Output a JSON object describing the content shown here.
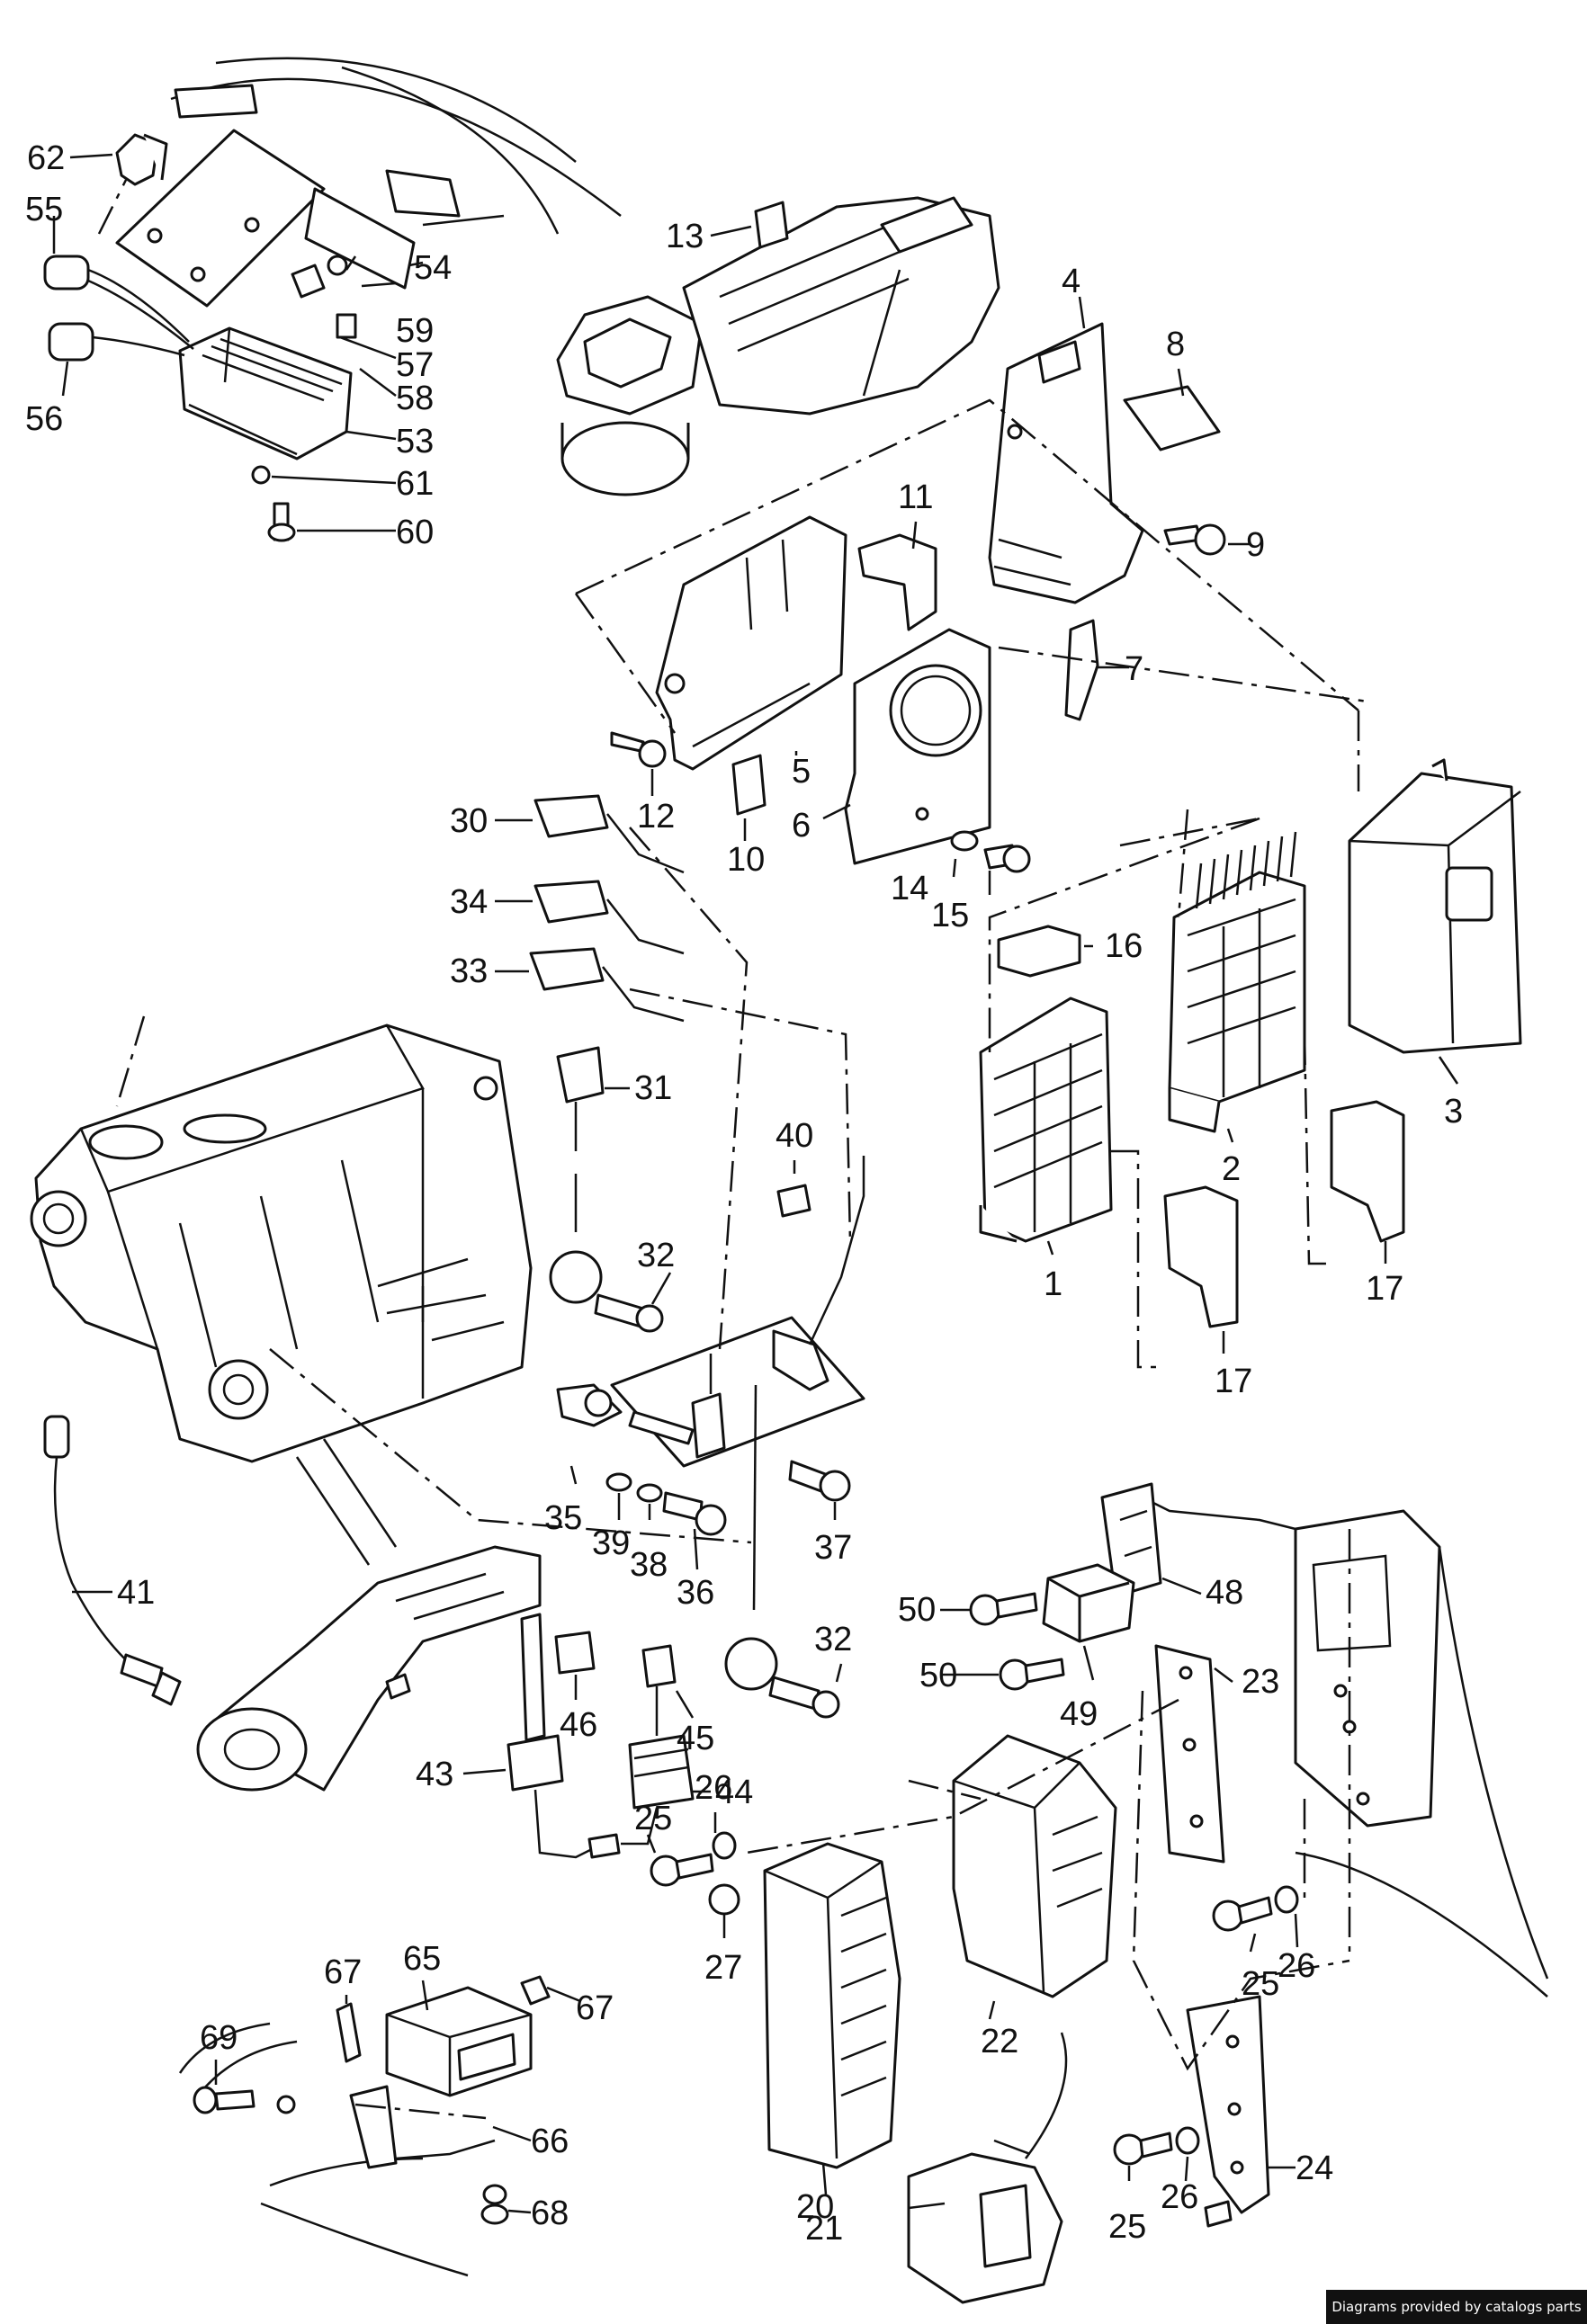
{
  "callouts": {
    "p1": "1",
    "p2": "2",
    "p3": "3",
    "p4": "4",
    "p5": "5",
    "p6": "6",
    "p7": "7",
    "p8": "8",
    "p9": "9",
    "p10": "10",
    "p11": "11",
    "p12": "12",
    "p13": "13",
    "p14": "14",
    "p15": "15",
    "p16": "16",
    "p17a": "17",
    "p17b": "17",
    "p20": "20",
    "p21": "21",
    "p22": "22",
    "p23": "23",
    "p24": "24",
    "p25a": "25",
    "p25b": "25",
    "p25c": "25",
    "p26a": "26",
    "p26b": "26",
    "p26c": "26",
    "p27": "27",
    "p30": "30",
    "p31": "31",
    "p32a": "32",
    "p32b": "32",
    "p33": "33",
    "p34": "34",
    "p35": "35",
    "p36": "36",
    "p37": "37",
    "p38": "38",
    "p39": "39",
    "p40": "40",
    "p41": "41",
    "p43": "43",
    "p44": "44",
    "p45": "45",
    "p46": "46",
    "p48": "48",
    "p49": "49",
    "p50a": "50",
    "p50b": "50",
    "p53": "53",
    "p54": "54",
    "p55": "55",
    "p56": "56",
    "p57": "57",
    "p58": "58",
    "p59": "59",
    "p60": "60",
    "p61": "61",
    "p62": "62",
    "p65": "65",
    "p66": "66",
    "p67a": "67",
    "p67b": "67",
    "p68": "68",
    "p69": "69"
  },
  "credit": "Diagrams provided by catalogs parts"
}
